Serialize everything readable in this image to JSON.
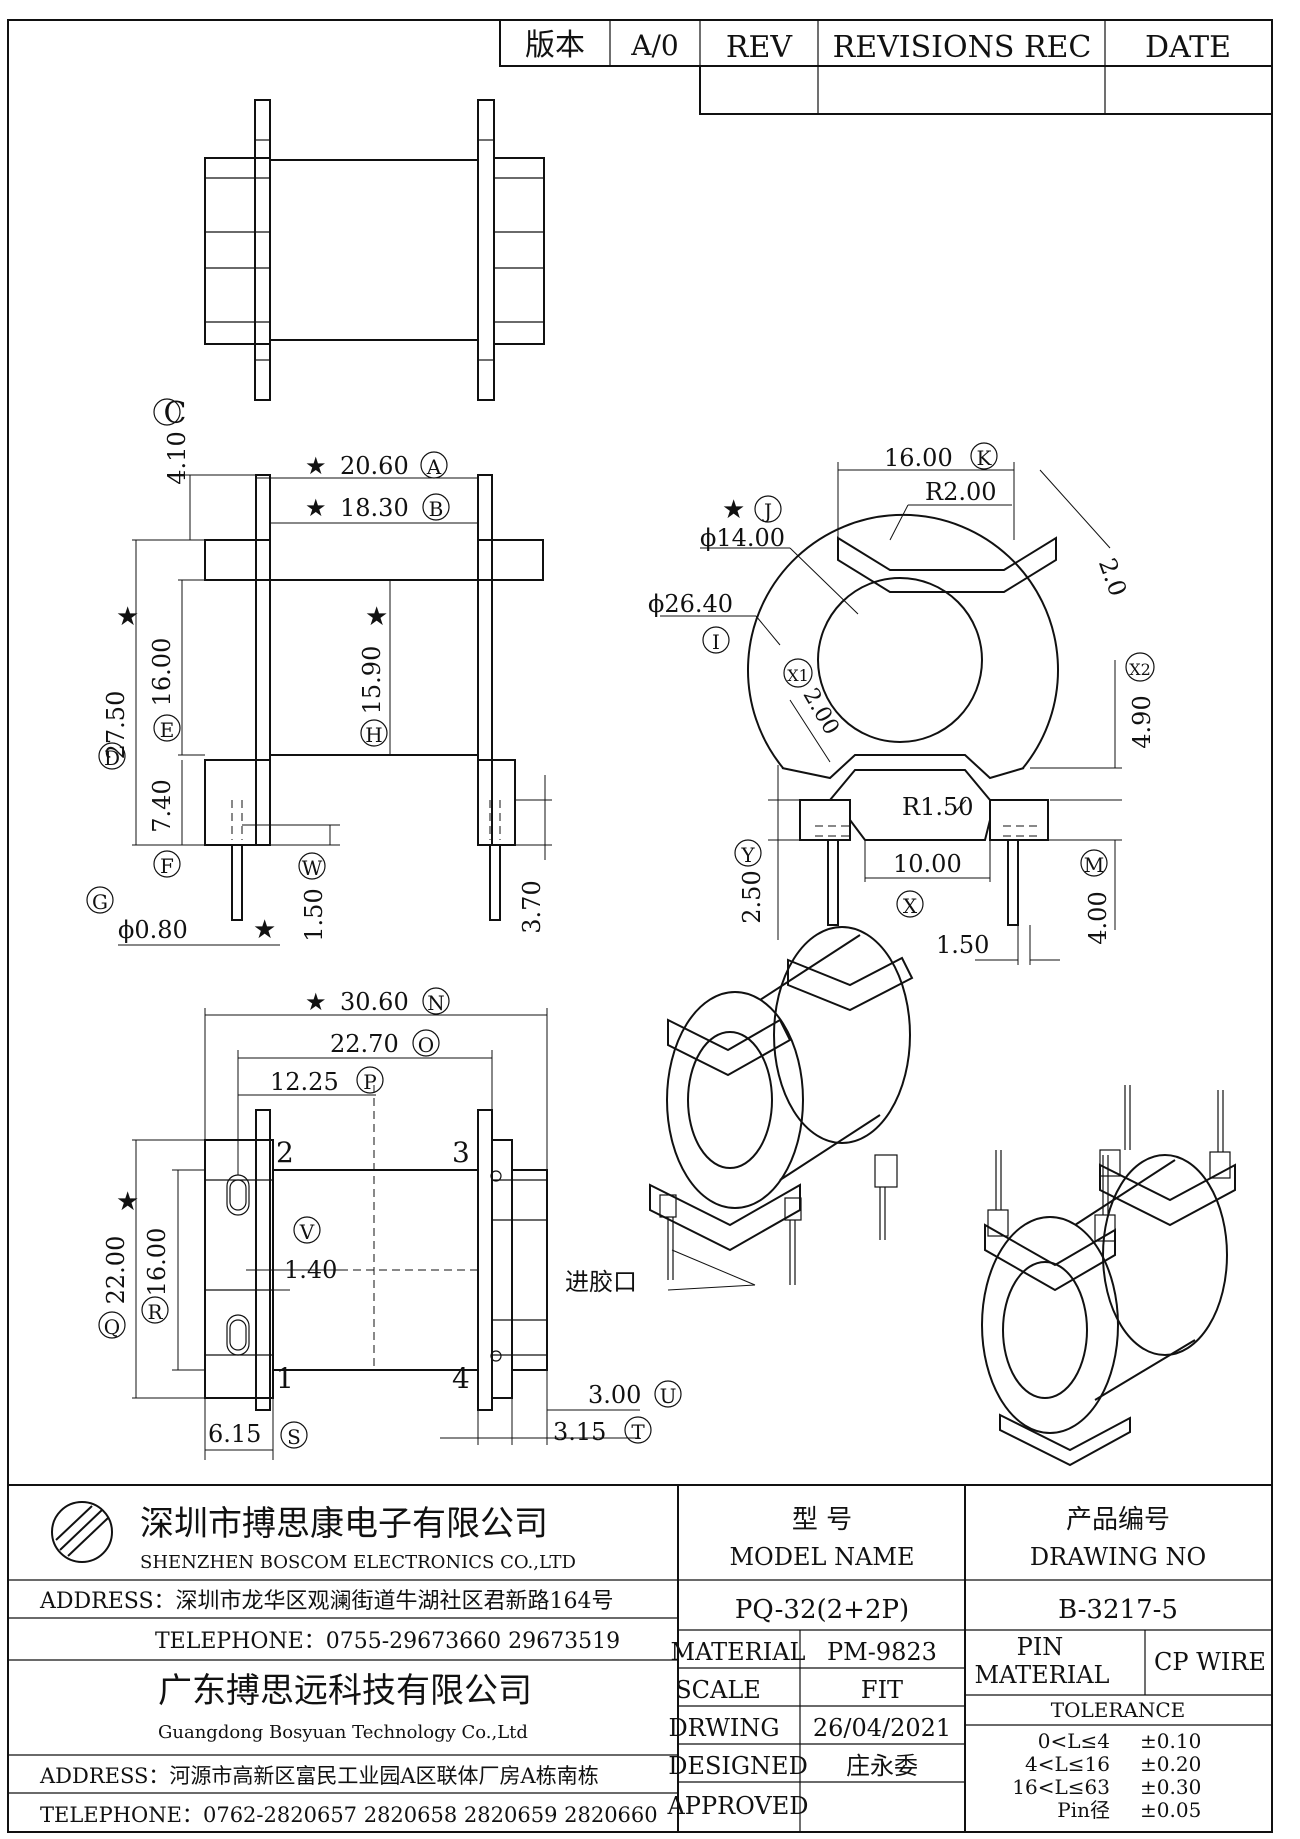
{
  "revision_block": {
    "version_label": "版本",
    "version_value": "A/0",
    "rev_label": "REV",
    "revisions_label": "REVISIONS REC",
    "date_label": "DATE"
  },
  "dimensions": {
    "c_4_10": "4.10",
    "c_label": "C",
    "a_20_60": "20.60",
    "a_label": "A",
    "b_18_30": "18.30",
    "b_label": "B",
    "d_27_50": "27.50",
    "d_label": "D",
    "e_16_00": "16.00",
    "e_label": "E",
    "h_15_90": "15.90",
    "h_label": "H",
    "f_7_40": "7.40",
    "f_label": "F",
    "w_1_50": "1.50",
    "w_label": "W",
    "g_0_80": "ϕ0.80",
    "g_label": "G",
    "v_3_70": "3.70",
    "k_16_00": "16.00",
    "k_label": "K",
    "r_2_00": "R2.00",
    "j_14_00": "ϕ14.00",
    "j_label": "J",
    "slot_2_0": "2.0",
    "i_26_40": "ϕ26.40",
    "i_label": "I",
    "x1_label": "X1",
    "x1_2_00": "2.00",
    "x2_label": "X2",
    "x2_4_90": "4.90",
    "r_1_50": "R1.50",
    "y_2_50": "2.50",
    "y_label": "Y",
    "x_10_00": "10.00",
    "x_label": "X",
    "m_4_00": "4.00",
    "m_label": "M",
    "p_1_50": "1.50",
    "n_30_60": "30.60",
    "n_label": "N",
    "o_22_70": "22.70",
    "o_label": "O",
    "p_12_25": "12.25",
    "p_label": "P",
    "q_22_00": "22.00",
    "q_label": "Q",
    "r_16_00": "16.00",
    "r_label": "R",
    "v_label": "V",
    "v_1_40": "1.40",
    "u_3_00": "3.00",
    "u_label": "U",
    "t_3_15": "3.15",
    "t_label": "T",
    "s_6_15": "6.15",
    "s_label": "S",
    "star": "★",
    "pin1": "1",
    "pin2": "2",
    "pin3": "3",
    "pin4": "4",
    "gate_label": "进胶口"
  },
  "title_block": {
    "company_cn": "深圳市搏思康电子有限公司",
    "company_en": "SHENZHEN BOSCOM ELECTRONICS CO.,LTD",
    "address1": "ADDRESS：深圳市龙华区观澜街道牛湖社区君新路164号",
    "telephone1": "TELEPHONE：0755-29673660 29673519",
    "company2_cn": "广东搏思远科技有限公司",
    "company2_en": "Guangdong Bosyuan Technology Co.,Ltd",
    "address2": "ADDRESS：河源市高新区富民工业园A区联体厂房A栋南栋",
    "telephone2": "TELEPHONE：0762-2820657 2820658 2820659 2820660",
    "model_label_cn": "型    号",
    "model_label_en": "MODEL NAME",
    "model_value": "PQ-32(2+2P)",
    "drawing_label_cn": "产品编号",
    "drawing_label_en": "DRAWING NO",
    "drawing_value": "B-3217-5",
    "material_label": "MATERIAL",
    "material_value": "PM-9823",
    "scale_label": "SCALE",
    "scale_value": "FIT",
    "drawing_date_label": "DRWING",
    "drawing_date_value": "26/04/2021",
    "designed_label": "DESIGNED",
    "designed_value": "庄永委",
    "approved_label": "APPROVED",
    "pin_label_1": "PIN",
    "pin_label_2": "MATERIAL",
    "pin_value": "CP WIRE",
    "tolerance_label": "TOLERANCE",
    "tol_1_range": "0<L≤4",
    "tol_1_value": "±0.10",
    "tol_2_range": "4<L≤16",
    "tol_2_value": "±0.20",
    "tol_3_range": "16<L≤63",
    "tol_3_value": "±0.30",
    "tol_4_range": "Pin径",
    "tol_4_value": "±0.05"
  }
}
